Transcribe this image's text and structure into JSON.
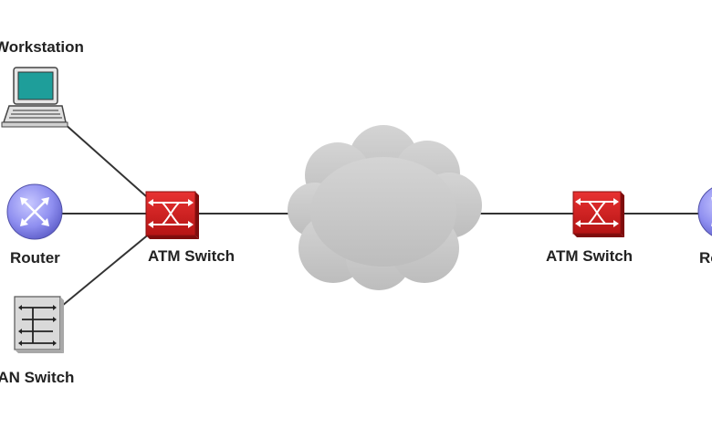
{
  "nodes": {
    "workstation": {
      "label": "Workstation",
      "icon": "workstation-icon"
    },
    "router_left": {
      "label": "Router",
      "icon": "router-icon"
    },
    "lan_switch": {
      "label": "LAN Switch",
      "icon": "lan-switch-icon"
    },
    "atm_switch_left": {
      "label": "ATM Switch",
      "icon": "atm-switch-icon"
    },
    "cloud": {
      "label": "",
      "icon": "network-cloud-icon"
    },
    "atm_switch_right": {
      "label": "ATM Switch",
      "icon": "atm-switch-icon"
    },
    "router_right": {
      "label": "Router",
      "icon": "router-icon"
    }
  },
  "colors": {
    "atm_switch": "#d41e1e",
    "router": "#8f8ff0",
    "cloud": "#c8c8c8",
    "workstation_screen": "#1e9e9a",
    "line": "#333333"
  }
}
